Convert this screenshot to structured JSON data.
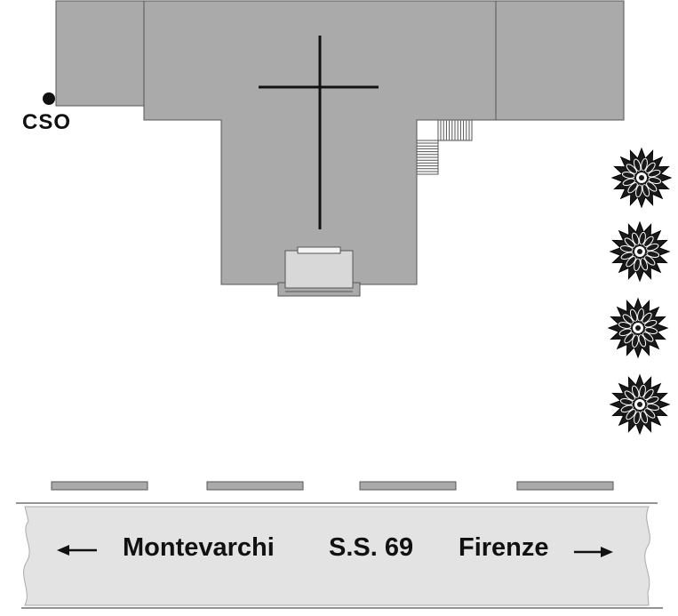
{
  "labels": {
    "sensor": "CSO",
    "direction_left": "Montevarchi",
    "road": "S.S. 69",
    "direction_right": "Firenze"
  },
  "icons": {
    "church": "cross-icon",
    "tree": "tree-icon",
    "sensor": "sensor-dot-icon",
    "arrow_left": "arrow-left-icon",
    "arrow_right": "arrow-right-icon"
  },
  "colors": {
    "building_fill": "#aaaaaa",
    "building_stroke": "#555555",
    "road_fill": "#e3e3e3",
    "ink": "#111111"
  }
}
